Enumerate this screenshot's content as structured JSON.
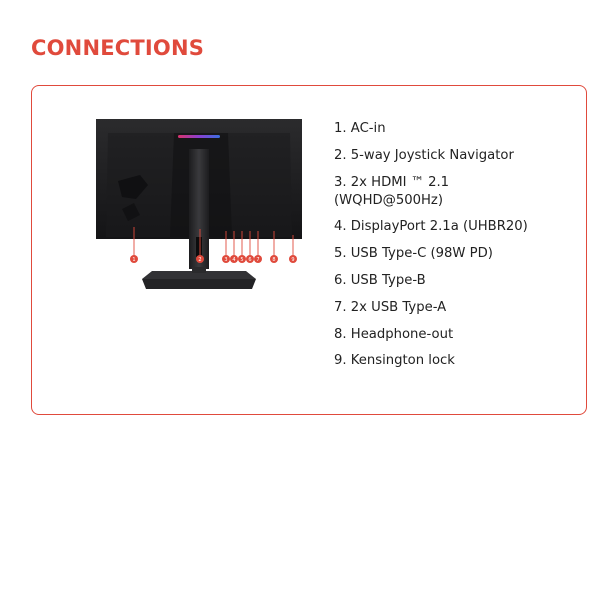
{
  "page": {
    "title": "CONNECTIONS",
    "accent_color": "#e04a3c"
  },
  "figure": {
    "image": "monitor-rear-view",
    "callouts": [
      "1",
      "2",
      "3",
      "4",
      "5",
      "6",
      "7",
      "8",
      "9"
    ]
  },
  "connections": [
    {
      "label": "1. AC-in"
    },
    {
      "label": "2. 5-way Joystick Navigator"
    },
    {
      "label": "3. 2x HDMI ™ 2.1 (WQHD@500Hz)"
    },
    {
      "label": "4. DisplayPort 2.1a (UHBR20)"
    },
    {
      "label": "5. USB Type-C (98W PD)"
    },
    {
      "label": "6. USB Type-B"
    },
    {
      "label": "7. 2x USB Type-A"
    },
    {
      "label": "8. Headphone-out"
    },
    {
      "label": "9. Kensington lock"
    }
  ]
}
